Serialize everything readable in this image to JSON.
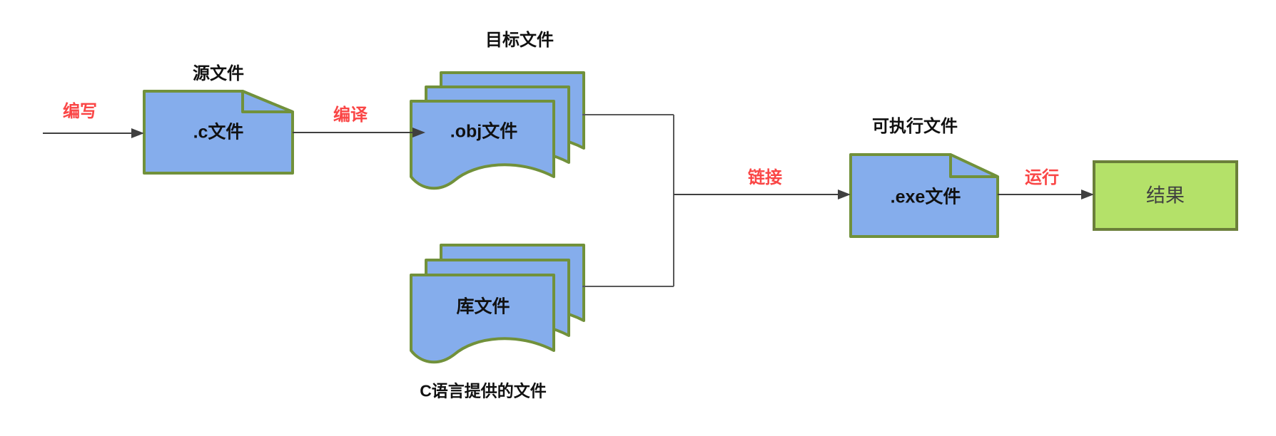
{
  "colors": {
    "doc_fill": "#85ADEC",
    "doc_border": "#71913B",
    "result_fill": "#B4E169",
    "result_border": "#6B7F3A",
    "step_label": "#FA4646",
    "text": "#111111",
    "result_text": "#404040",
    "arrow": "#3F3F3F",
    "connector": "#595959"
  },
  "nodes": {
    "source": {
      "title": "源文件",
      "label": ".c文件"
    },
    "object": {
      "title": "目标文件",
      "label": ".obj文件"
    },
    "library": {
      "label": "库文件",
      "caption": "C语言提供的文件"
    },
    "executable": {
      "title": "可执行文件",
      "label": ".exe文件"
    },
    "result": {
      "label": "结果"
    }
  },
  "steps": {
    "write": "编写",
    "compile": "编译",
    "link": "链接",
    "run": "运行"
  }
}
